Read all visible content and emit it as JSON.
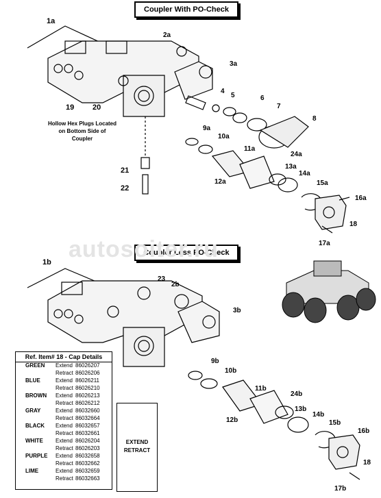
{
  "titles": {
    "top": "Coupler With PO-Check",
    "bottom": "Coupler Less PO-Check"
  },
  "callouts_top": [
    "1a",
    "2a",
    "3a",
    "4",
    "5",
    "6",
    "7",
    "8",
    "9a",
    "10a",
    "11a",
    "12a",
    "13a",
    "14a",
    "15a",
    "17a",
    "18",
    "16a",
    "19",
    "20",
    "21",
    "22",
    "24a"
  ],
  "callouts_bottom": [
    "1b",
    "2b",
    "3b",
    "9b",
    "10b",
    "11b",
    "12b",
    "13b",
    "14b",
    "15b",
    "16b",
    "17b",
    "18",
    "23",
    "24b"
  ],
  "note": "Hollow Hex Plugs Located on Bottom Side of Coupler",
  "watermark": "autosoiter.ru",
  "cap_table": {
    "title": "Ref. Item# 18 - Cap Details",
    "rows": [
      {
        "color": "GREEN",
        "mode": "Extend",
        "num": "86026207"
      },
      {
        "color": "",
        "mode": "Retract",
        "num": "86026206"
      },
      {
        "color": "BLUE",
        "mode": "Extend",
        "num": "86026211"
      },
      {
        "color": "",
        "mode": "Retract",
        "num": "86026210"
      },
      {
        "color": "BROWN",
        "mode": "Extend",
        "num": "86026213"
      },
      {
        "color": "",
        "mode": "Retract",
        "num": "86026212"
      },
      {
        "color": "GRAY",
        "mode": "Extend",
        "num": "86032660"
      },
      {
        "color": "",
        "mode": "Retract",
        "num": "86032664"
      },
      {
        "color": "BLACK",
        "mode": "Extend",
        "num": "86032657"
      },
      {
        "color": "",
        "mode": "Retract",
        "num": "86032661"
      },
      {
        "color": "WHITE",
        "mode": "Extend",
        "num": "86026204"
      },
      {
        "color": "",
        "mode": "Retract",
        "num": "86026203"
      },
      {
        "color": "PURPLE",
        "mode": "Extend",
        "num": "86032658"
      },
      {
        "color": "",
        "mode": "Retract",
        "num": "86032662"
      },
      {
        "color": "LIME",
        "mode": "Extend",
        "num": "86032659"
      },
      {
        "color": "",
        "mode": "Retract",
        "num": "86032663"
      }
    ]
  },
  "legend": {
    "extend": "EXTEND",
    "retract": "RETRACT"
  }
}
